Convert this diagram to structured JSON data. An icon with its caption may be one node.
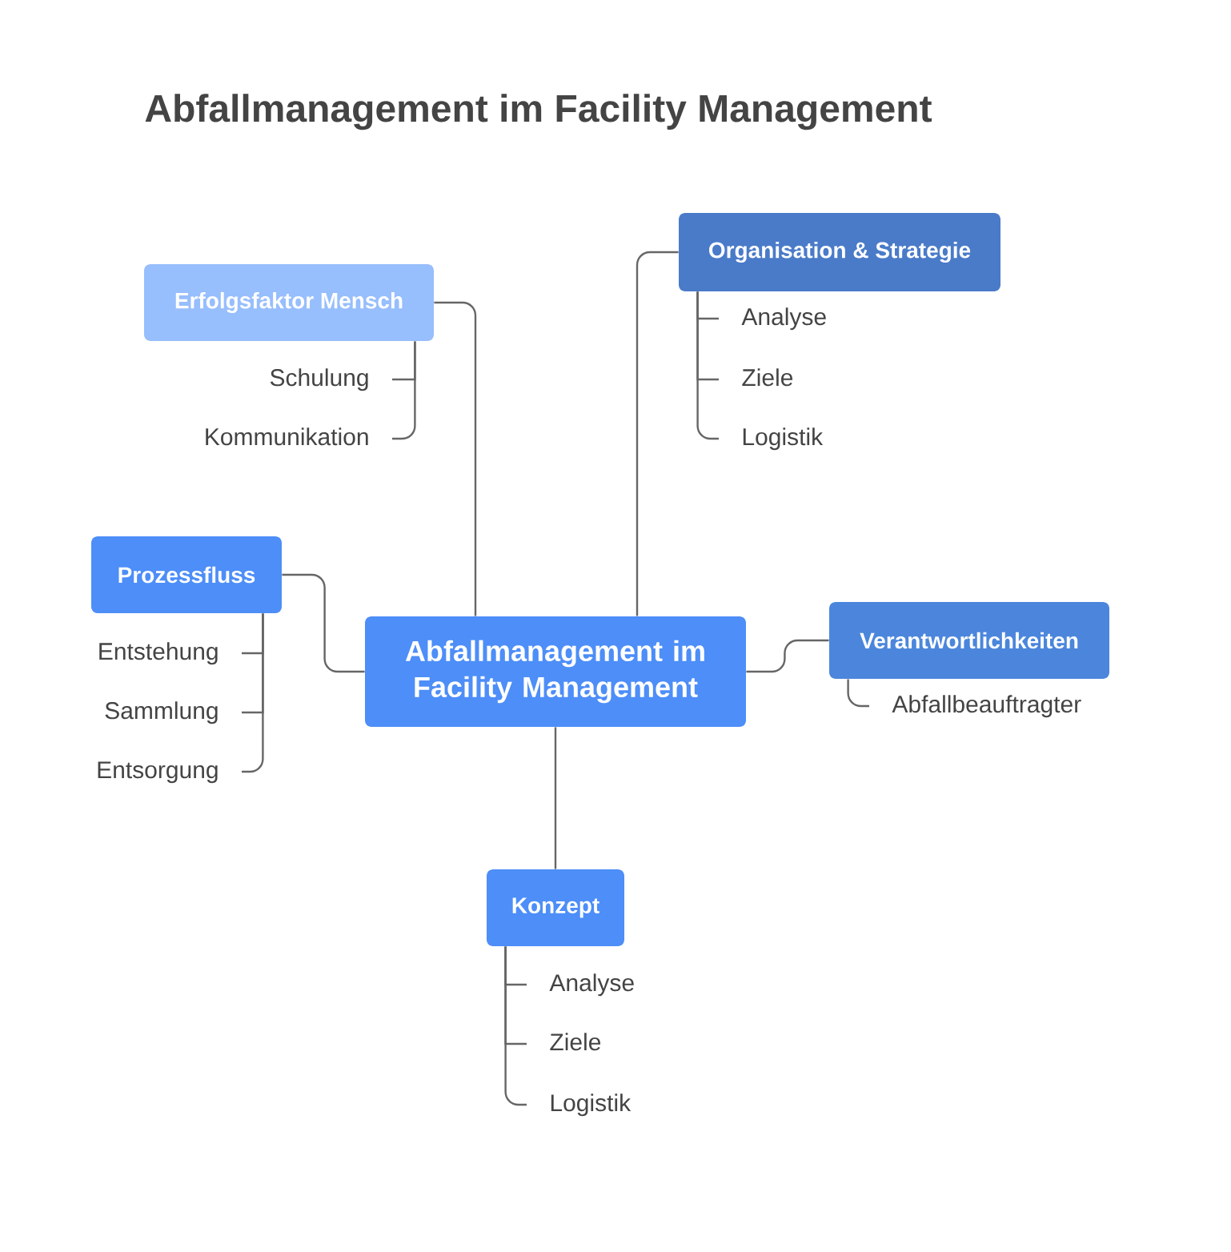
{
  "diagram": {
    "title": "Abfallmanagement im Facility Management",
    "nodes": [
      {
        "text": [
          "Abfallmanagement im Facility Management"
        ]
      },
      {
        "text": [
          "Organisation & Strategie"
        ]
      },
      {
        "text": [
          "Analyse"
        ]
      },
      {
        "text": [
          "Ziele"
        ]
      },
      {
        "text": [
          "Logistik"
        ]
      },
      {
        "text": [
          "Erfolgsfaktor Mensch"
        ]
      },
      {
        "text": [
          "Schulung"
        ]
      },
      {
        "text": [
          "Kommunikation"
        ]
      },
      {
        "text": [
          "Prozessfluss"
        ]
      },
      {
        "text": [
          "Entstehung"
        ]
      },
      {
        "text": [
          "Sammlung"
        ]
      },
      {
        "text": [
          "Entsorgung"
        ]
      },
      {
        "text": [
          "Verantwortlichkeiten"
        ]
      },
      {
        "text": [
          "Abfallbeauftragter"
        ]
      },
      {
        "text": [
          "Konzept"
        ]
      },
      {
        "text": [
          "Analyse"
        ]
      },
      {
        "text": [
          "Ziele"
        ]
      },
      {
        "text": [
          "Logistik"
        ]
      }
    ],
    "edges": [
      {
        "from": 0,
        "to": 1,
        "arrow": "none"
      },
      {
        "from": 1,
        "to": 2,
        "arrow": "none"
      },
      {
        "from": 1,
        "to": 3,
        "arrow": "none"
      },
      {
        "from": 1,
        "to": 4,
        "arrow": "none"
      },
      {
        "from": 0,
        "to": 5,
        "arrow": "none"
      },
      {
        "from": 5,
        "to": 6,
        "arrow": "none"
      },
      {
        "from": 5,
        "to": 7,
        "arrow": "none"
      },
      {
        "from": 0,
        "to": 8,
        "arrow": "none"
      },
      {
        "from": 8,
        "to": 9,
        "arrow": "none"
      },
      {
        "from": 8,
        "to": 10,
        "arrow": "none"
      },
      {
        "from": 8,
        "to": 11,
        "arrow": "none"
      },
      {
        "from": 0,
        "to": 12,
        "arrow": "none"
      },
      {
        "from": 12,
        "to": 13,
        "arrow": "none"
      },
      {
        "from": 0,
        "to": 14,
        "arrow": "none"
      },
      {
        "from": 14,
        "to": 15,
        "arrow": "none"
      },
      {
        "from": 14,
        "to": 16,
        "arrow": "none"
      },
      {
        "from": 14,
        "to": 17,
        "arrow": "none"
      }
    ]
  }
}
